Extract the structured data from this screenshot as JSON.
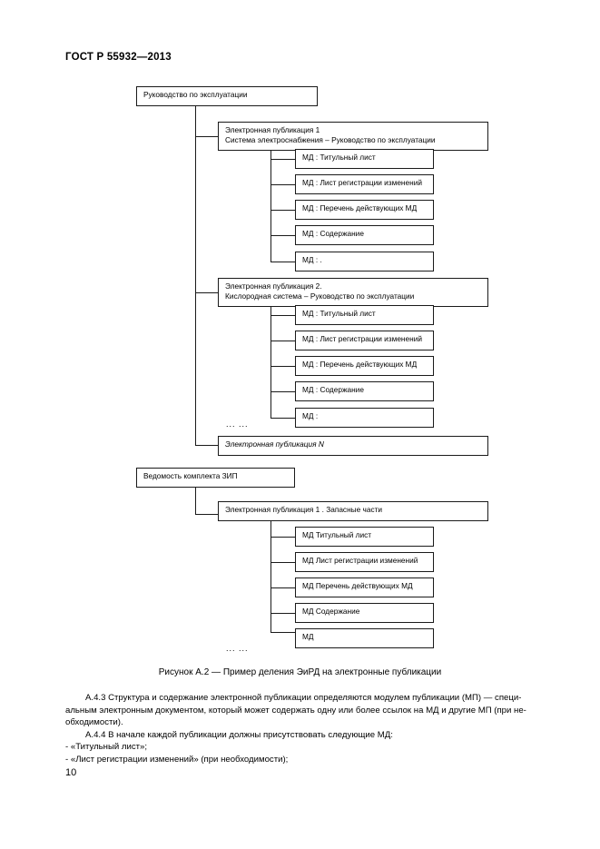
{
  "document": {
    "standard_header": "ГОСТ Р 55932—2013",
    "page_number": "10"
  },
  "figure": {
    "caption": "Рисунок А.2 — Пример деления ЭиРД на электронные публикации",
    "ellipsis": "...  ...",
    "sections": [
      {
        "root": "Руководство по эксплуатации",
        "publications": [
          {
            "title_line1": "Электронная публикация 1",
            "title_line2": "Система электроснабжения – Руководство по эксплуатации",
            "modules": [
              "МД : Титульный лист",
              "МД : Лист регистрации изменений",
              "МД : Перечень действующих МД",
              "МД : Содержание",
              "МД :  ."
            ]
          },
          {
            "title_line1": "Электронная публикация 2.",
            "title_line2": "Кислородная система  – Руководство по эксплуатации",
            "modules": [
              "МД : Титульный лист",
              "МД : Лист регистрации изменений",
              "МД : Перечень действующих МД",
              "МД : Содержание",
              "МД :"
            ]
          }
        ],
        "last_publication": "Электронная публикация N"
      },
      {
        "root": "Ведомость комплекта ЗИП",
        "publications": [
          {
            "title_line1": "Электронная публикация 1 . Запасные части",
            "modules": [
              "МД   Титульный лист",
              "МД   Лист регистрации изменений",
              "МД   Перечень действующих МД",
              "МД   Содержание",
              "МД"
            ]
          }
        ]
      }
    ]
  },
  "body": {
    "p1_line1": "А.4.3 Структура и содержание электронной публикации определяются модулем публикации (МП) — специ-",
    "p1_line2": "альным электронным документом, который может содержать одну или более ссылок на МД и другие МП (при не-",
    "p1_line3": "обходимости).",
    "p2": "А.4.4 В начале каждой публикации должны присутствовать следующие МД:",
    "item1": "- «Титульный лист»;",
    "item2": "- «Лист регистрации изменений» (при необходимости);"
  }
}
